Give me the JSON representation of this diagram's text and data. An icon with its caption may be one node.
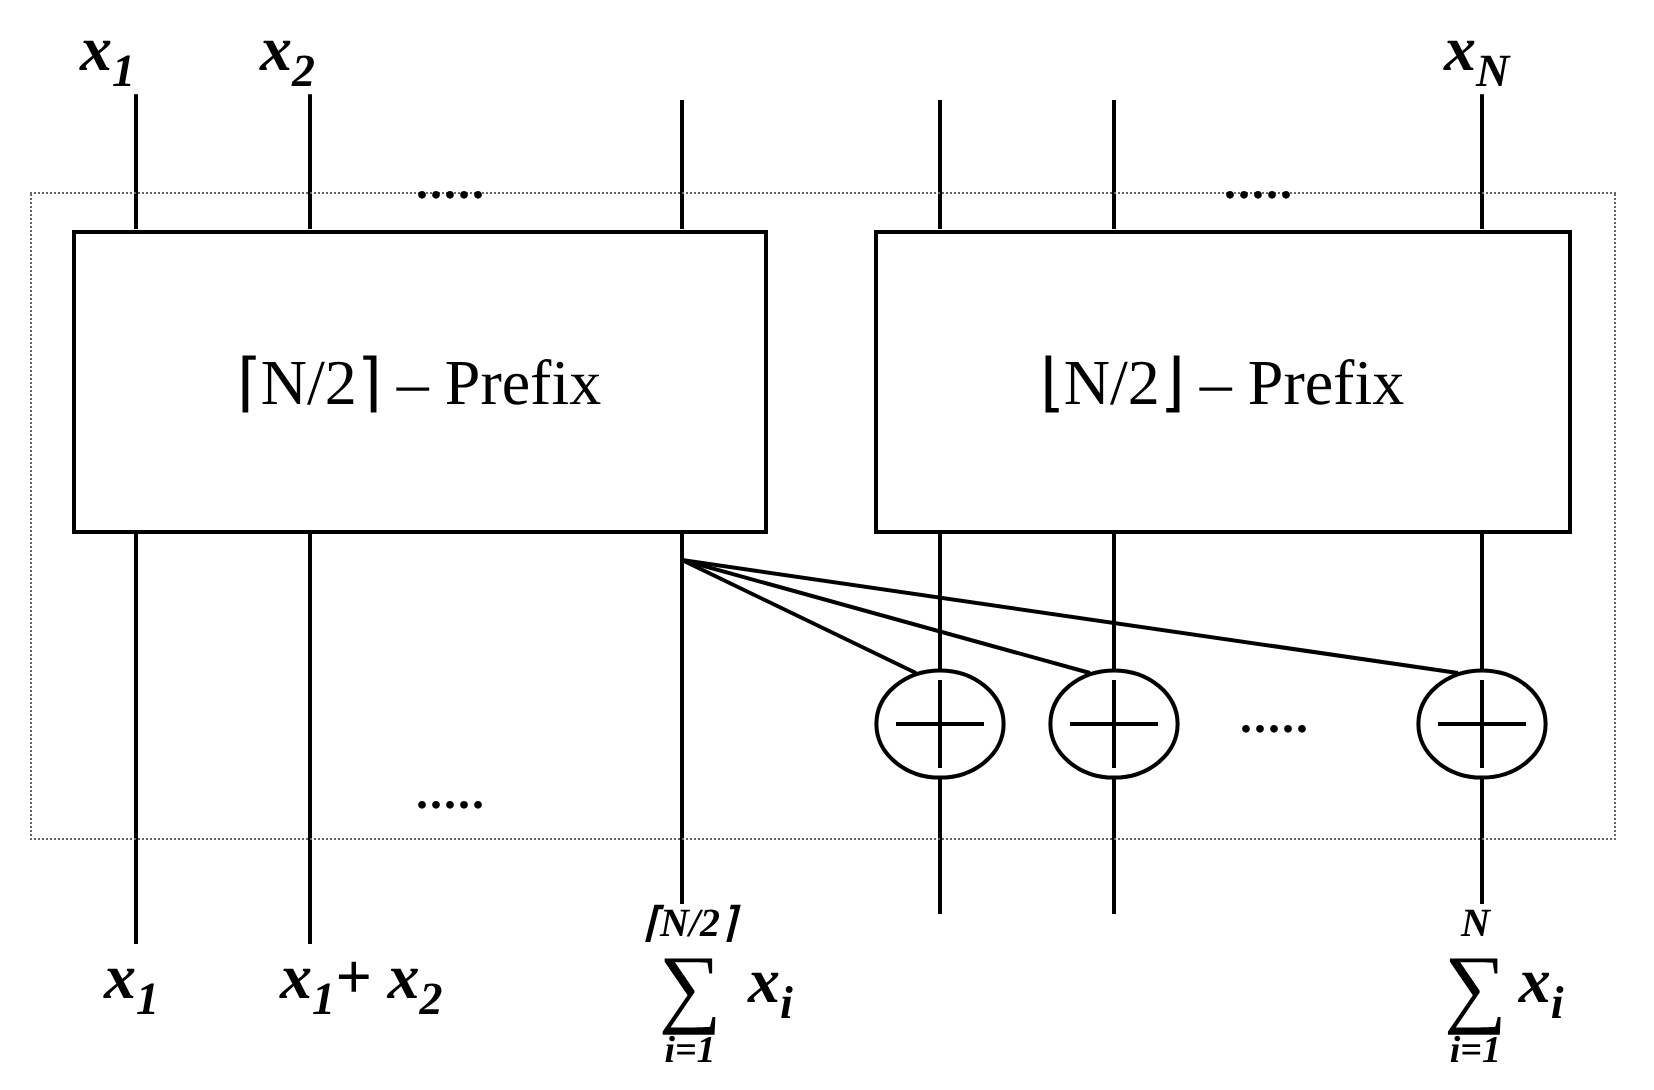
{
  "diagram": {
    "nodes": [
      {
        "text": [
          "x$_{1}$"
        ]
      },
      {
        "text": [
          "x$_{2}$"
        ]
      },
      {
        "text": [
          "x$_{N}$"
        ]
      },
      {
        "text": [],
        "shape": "box"
      },
      {
        "text": [
          "⌈N/2⌉ – Prefix"
        ],
        "in": 3
      },
      {
        "text": [
          "⌊N/2⌋ – Prefix"
        ],
        "in": 3
      },
      {
        "text": [],
        "shape": "circle",
        "in": 3
      },
      {
        "text": [],
        "shape": "circle",
        "in": 3
      },
      {
        "text": [],
        "shape": "circle",
        "in": 3
      },
      {
        "text": [
          "x$_{1}$"
        ]
      },
      {
        "text": [
          "x$_{1}$+ x$_{2}$"
        ]
      },
      {
        "text": [
          "⌈N/2⌉",
          "∑",
          "i=1",
          "x$_{i}$"
        ]
      },
      {
        "text": [
          "N",
          "∑",
          "i=1",
          "x$_{i}$"
        ]
      }
    ],
    "edges": [
      {
        "from": 0,
        "to": 4,
        "arrow": "none"
      },
      {
        "from": 1,
        "to": 4,
        "arrow": "none"
      },
      {
        "from": null,
        "to": 4,
        "arrow": "none"
      },
      {
        "from": null,
        "to": 5,
        "arrow": "none"
      },
      {
        "from": null,
        "to": 5,
        "arrow": "none"
      },
      {
        "from": 2,
        "to": 5,
        "arrow": "none"
      },
      {
        "from": 4,
        "to": 9,
        "arrow": "none"
      },
      {
        "from": 4,
        "to": 10,
        "arrow": "none"
      },
      {
        "from": 4,
        "to": 11,
        "arrow": "none"
      },
      {
        "from": 4,
        "to": 6,
        "arrow": "none"
      },
      {
        "from": 4,
        "to": 7,
        "arrow": "none"
      },
      {
        "from": 4,
        "to": 8,
        "arrow": "none"
      },
      {
        "from": 5,
        "to": 6,
        "arrow": "none"
      },
      {
        "from": 6,
        "to": null,
        "arrow": "none"
      },
      {
        "from": 5,
        "to": 7,
        "arrow": "none"
      },
      {
        "from": 7,
        "to": null,
        "arrow": "none"
      },
      {
        "from": 5,
        "to": 8,
        "arrow": "none"
      },
      {
        "from": 8,
        "to": 12,
        "arrow": "none"
      }
    ],
    "labels": [
      ".....",
      ".....",
      ".....",
      "....."
    ]
  }
}
